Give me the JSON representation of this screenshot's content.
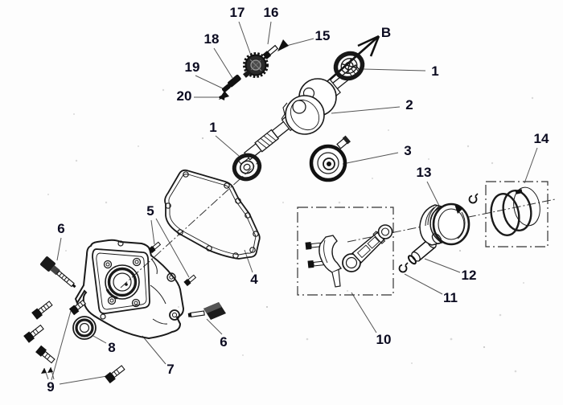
{
  "diagram": {
    "type": "exploded-parts-diagram",
    "subject": "engine crankcase cover, crankshaft and piston assembly",
    "background_color": "#fdfdfd",
    "line_color": "#1a1a1a",
    "label_color": "#0b0b20",
    "labels": [
      {
        "id": "B",
        "text": "B"
      },
      {
        "id": "17",
        "text": "17"
      },
      {
        "id": "16",
        "text": "16"
      },
      {
        "id": "15",
        "text": "15"
      },
      {
        "id": "18",
        "text": "18"
      },
      {
        "id": "19",
        "text": "19"
      },
      {
        "id": "20",
        "text": "20"
      },
      {
        "id": "1-right",
        "text": "1"
      },
      {
        "id": "2",
        "text": "2"
      },
      {
        "id": "1-left",
        "text": "1"
      },
      {
        "id": "3",
        "text": "3"
      },
      {
        "id": "14",
        "text": "14"
      },
      {
        "id": "13",
        "text": "13"
      },
      {
        "id": "5",
        "text": "5"
      },
      {
        "id": "6-top",
        "text": "6"
      },
      {
        "id": "4",
        "text": "4"
      },
      {
        "id": "12",
        "text": "12"
      },
      {
        "id": "11",
        "text": "11"
      },
      {
        "id": "10",
        "text": "10"
      },
      {
        "id": "8",
        "text": "8"
      },
      {
        "id": "6-bottom",
        "text": "6"
      },
      {
        "id": "7",
        "text": "7"
      },
      {
        "id": "9",
        "text": "9"
      }
    ]
  }
}
